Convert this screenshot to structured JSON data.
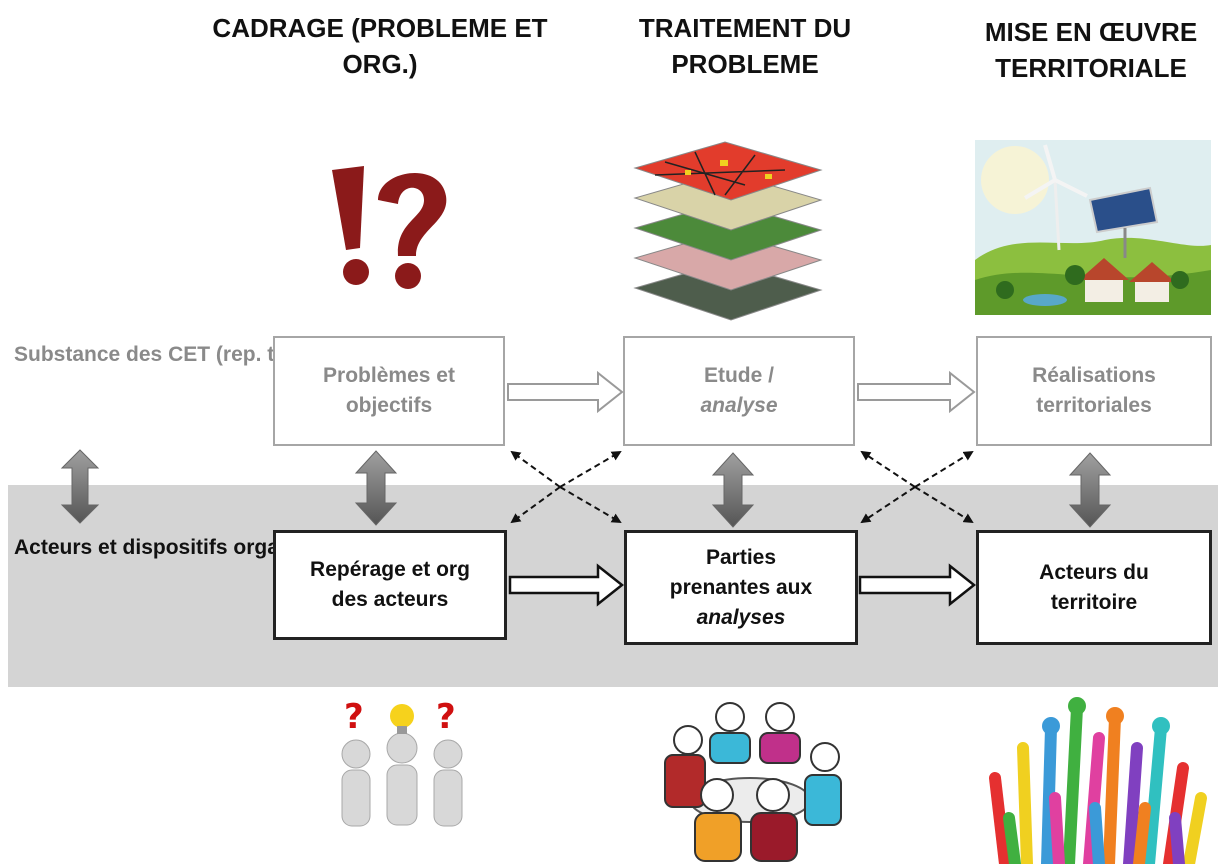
{
  "columns": [
    {
      "line1": "CADRAGE",
      "line2": "(PROBLEME ET ORG.)"
    },
    {
      "line1": "TRAITEMENT DU",
      "line2": "PROBLEME"
    },
    {
      "line1": "MISE EN ŒUVRE",
      "line2": "TERRITORIALE"
    }
  ],
  "rows": {
    "substance": [
      "Substance",
      "des CET",
      "(rep. territoriales)"
    ],
    "acteurs": [
      "Acteurs et",
      "dispositifs",
      "organisationnels"
    ]
  },
  "top_boxes": [
    {
      "line1": "Problèmes et",
      "line2": "objectifs"
    },
    {
      "line1": "Etude /",
      "line2": "analyse"
    },
    {
      "line1": "Réalisations",
      "line2": "territoriales"
    }
  ],
  "bottom_boxes": [
    {
      "line1": "Repérage et org",
      "line2": "des acteurs"
    },
    {
      "line1": "Parties",
      "line2": "prenantes aux",
      "line3": "analyses"
    },
    {
      "line1": "Acteurs du",
      "line2": "territoire"
    }
  ],
  "colors": {
    "band": "#d4d4d4",
    "question_mark": "#8b1a1a",
    "top_box_text": "#8a8a8a",
    "bottom_box_border": "#222222"
  },
  "icons": [
    "question-exclamation-icon",
    "map-layers-icon",
    "renewable-energy-icon",
    "thinking-people-icon",
    "meeting-table-icon",
    "raised-hands-icon"
  ]
}
